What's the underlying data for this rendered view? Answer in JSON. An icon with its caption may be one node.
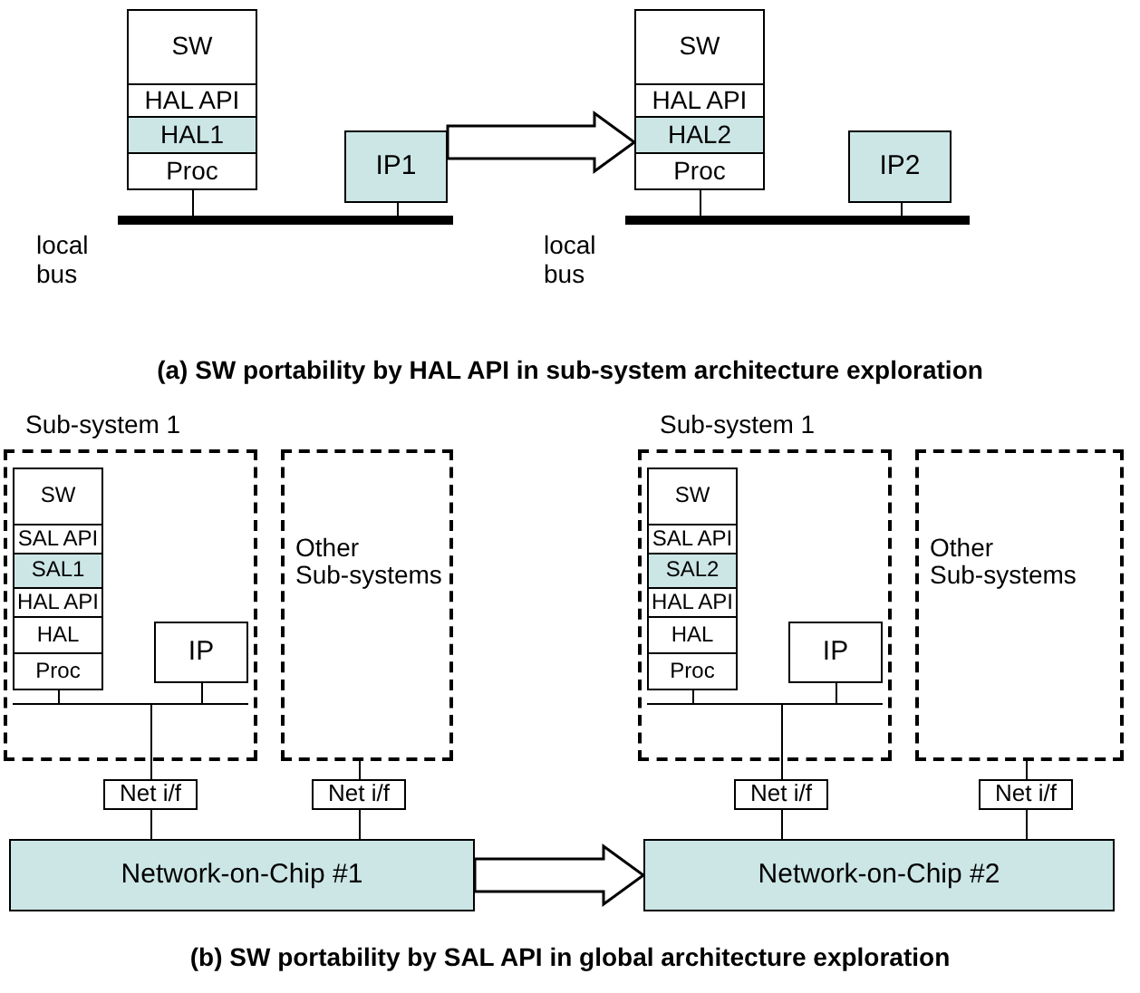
{
  "diagram": {
    "nodes": [
      {
        "text": [
          "SW"
        ]
      },
      {
        "text": [
          "HAL API"
        ]
      },
      {
        "text": [
          "HAL1"
        ]
      },
      {
        "text": [
          "Proc"
        ]
      },
      {
        "text": [
          "IP1"
        ]
      },
      {
        "text": [],
        "shape": "bar",
        "beside": [
          "local bus"
        ]
      },
      {
        "text": [
          "SW"
        ]
      },
      {
        "text": [
          "HAL API"
        ]
      },
      {
        "text": [
          "HAL2"
        ]
      },
      {
        "text": [
          "Proc"
        ]
      },
      {
        "text": [
          "IP2"
        ]
      },
      {
        "text": [],
        "shape": "bar",
        "beside": [
          "local bus"
        ]
      },
      {
        "text": [
          "Sub-system 1"
        ]
      },
      {
        "text": [
          "SW"
        ],
        "in": 12
      },
      {
        "text": [
          "SAL API"
        ],
        "in": 12
      },
      {
        "text": [
          "SAL1"
        ],
        "in": 12
      },
      {
        "text": [
          "HAL API"
        ],
        "in": 12
      },
      {
        "text": [
          "HAL"
        ],
        "in": 12
      },
      {
        "text": [
          "Proc"
        ],
        "in": 12
      },
      {
        "text": [
          "IP"
        ],
        "in": 12
      },
      {
        "text": [],
        "shape": "bar",
        "in": 12
      },
      {
        "text": [
          "Other Sub-systems"
        ]
      },
      {
        "text": [
          "Net i/f"
        ]
      },
      {
        "text": [
          "Net i/f"
        ]
      },
      {
        "text": [
          "Network-on-Chip #1"
        ]
      },
      {
        "text": [
          "Sub-system 1"
        ]
      },
      {
        "text": [
          "SW"
        ],
        "in": 25
      },
      {
        "text": [
          "SAL API"
        ],
        "in": 25
      },
      {
        "text": [
          "SAL2"
        ],
        "in": 25
      },
      {
        "text": [
          "HAL API"
        ],
        "in": 25
      },
      {
        "text": [
          "HAL"
        ],
        "in": 25
      },
      {
        "text": [
          "Proc"
        ],
        "in": 25
      },
      {
        "text": [
          "IP"
        ],
        "in": 25
      },
      {
        "text": [],
        "shape": "bar",
        "in": 25
      },
      {
        "text": [
          "Other Sub-systems"
        ]
      },
      {
        "text": [
          "Net i/f"
        ]
      },
      {
        "text": [
          "Net i/f"
        ]
      },
      {
        "text": [
          "Network-on-Chip #2"
        ]
      }
    ],
    "edges": [
      {
        "from": 3,
        "to": 5,
        "arrow": "none"
      },
      {
        "from": 4,
        "to": 5,
        "arrow": "none"
      },
      {
        "from": 4,
        "to": 8,
        "arrow": "to",
        "style": "thick"
      },
      {
        "from": 9,
        "to": 11,
        "arrow": "none"
      },
      {
        "from": 10,
        "to": 11,
        "arrow": "none"
      },
      {
        "from": 18,
        "to": 20,
        "arrow": "none"
      },
      {
        "from": 19,
        "to": 20,
        "arrow": "none"
      },
      {
        "from": 20,
        "to": 22,
        "arrow": "none"
      },
      {
        "from": 21,
        "to": 23,
        "arrow": "none"
      },
      {
        "from": 22,
        "to": 24,
        "arrow": "none"
      },
      {
        "from": 23,
        "to": 24,
        "arrow": "none"
      },
      {
        "from": 24,
        "to": 37,
        "arrow": "to",
        "style": "thick"
      },
      {
        "from": 31,
        "to": 33,
        "arrow": "none"
      },
      {
        "from": 32,
        "to": 33,
        "arrow": "none"
      },
      {
        "from": 33,
        "to": 35,
        "arrow": "none"
      },
      {
        "from": 34,
        "to": 36,
        "arrow": "none"
      },
      {
        "from": 35,
        "to": 37,
        "arrow": "none"
      },
      {
        "from": 36,
        "to": 37,
        "arrow": "none"
      }
    ],
    "labels": [
      "(a) SW portability by HAL API in sub-system architecture exploration",
      "(b) SW portability by SAL API in global architecture exploration"
    ]
  }
}
